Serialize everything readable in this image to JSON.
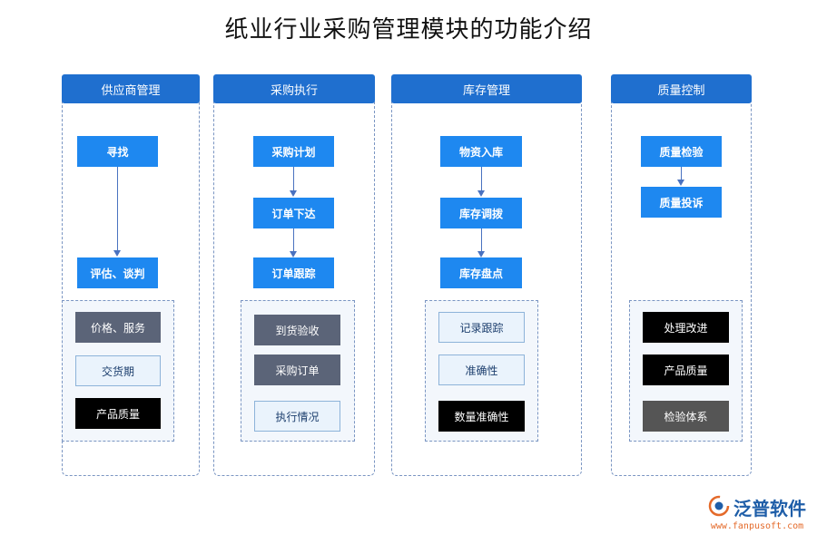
{
  "title": "纸业行业采购管理模块的功能介绍",
  "columns": [
    {
      "header": "供应商管理",
      "steps": [
        "寻找",
        "评估、谈判"
      ],
      "details": [
        "价格、服务",
        "交货期",
        "产品质量"
      ]
    },
    {
      "header": "采购执行",
      "steps": [
        "采购计划",
        "订单下达",
        "订单跟踪"
      ],
      "details": [
        "到货验收",
        "采购订单",
        "执行情况"
      ]
    },
    {
      "header": "库存管理",
      "steps": [
        "物资入库",
        "库存调拨",
        "库存盘点"
      ],
      "details": [
        "记录跟踪",
        "准确性",
        "数量准确性"
      ]
    },
    {
      "header": "质量控制",
      "steps": [
        "质量检验",
        "质量投诉"
      ],
      "details": [
        "处理改进",
        "产品质量",
        "检验体系"
      ]
    }
  ],
  "logo": {
    "text": "泛普软件",
    "url": "www.fanpusoft.com"
  },
  "colors": {
    "header": "#1f6fcf",
    "step": "#1e88f0",
    "connector": "#4a72c0",
    "dashed_border": "#7a95c2"
  }
}
